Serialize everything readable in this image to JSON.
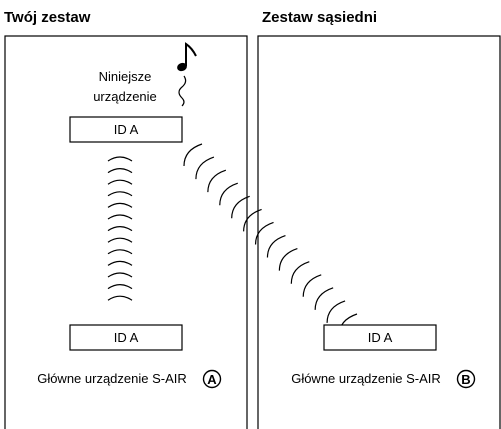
{
  "left_panel": {
    "title": "Twój zestaw",
    "device_label_line1": "Niniejsze",
    "device_label_line2": "urządzenie",
    "device_id": "ID A",
    "main_unit_id": "ID A",
    "main_unit_label": "Główne urządzenie S-AIR",
    "main_unit_badge": "A"
  },
  "right_panel": {
    "title": "Zestaw sąsiedni",
    "main_unit_id": "ID A",
    "main_unit_label": "Główne urządzenie S-AIR",
    "main_unit_badge": "B"
  },
  "icons": {
    "music_note": "music-note-icon",
    "signal": "wireless-signal-icon"
  },
  "colors": {
    "line": "#000000",
    "background": "#ffffff"
  }
}
